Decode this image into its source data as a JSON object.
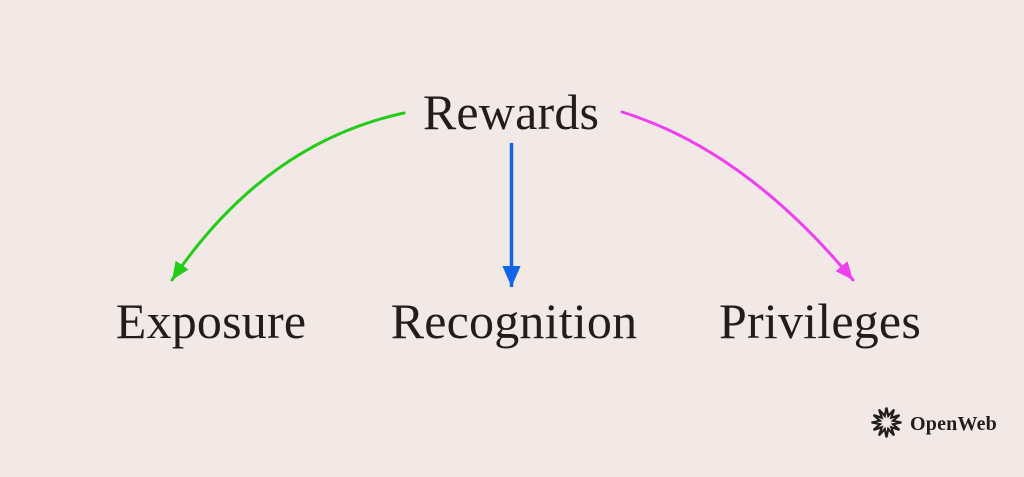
{
  "diagram": {
    "root_label": "Rewards",
    "children": [
      {
        "label": "Exposure",
        "arrow": "green",
        "arrow_style": "curved-left"
      },
      {
        "label": "Recognition",
        "arrow": "blue",
        "arrow_style": "straight-down"
      },
      {
        "label": "Privileges",
        "arrow": "magenta",
        "arrow_style": "curved-right"
      }
    ]
  },
  "colors": {
    "background": "#f2e9e6",
    "text": "#211d1e",
    "arrow_green": "#23cc18",
    "arrow_blue": "#1166e8",
    "arrow_magenta": "#ee40f1"
  },
  "branding": {
    "logo_text": "OpenWeb"
  }
}
